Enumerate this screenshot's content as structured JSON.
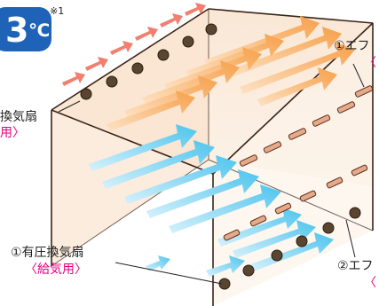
{
  "badge": {
    "number": "3",
    "unit": "℃"
  },
  "footnote_mark": "※1",
  "labels": {
    "top_right_title": "①エフ",
    "top_right_paren": "〈",
    "left_fan": "換気扇",
    "left_fan_paren": "用〉",
    "bottom_left_title": "①有圧換気扇",
    "bottom_left_sub": "〈給気用〉",
    "right_bottom_title": "②エフ",
    "right_bottom_paren": "〈"
  },
  "colors": {
    "badge": "#1f63b8",
    "warm_arrow": "#f7a04a",
    "cool_arrow": "#4ec4ee",
    "exhaust_arrow": "#f08070",
    "room_fill": "#f8eddc",
    "edge": "#3a2418",
    "accent_text": "#e4007f"
  }
}
